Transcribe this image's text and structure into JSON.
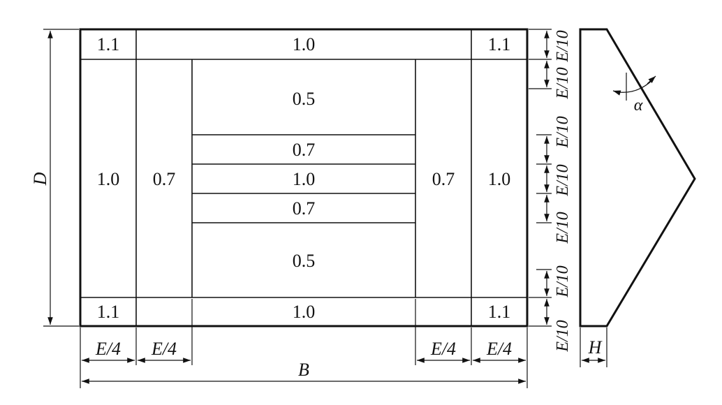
{
  "cells": {
    "top_left": "1.1",
    "top_mid": "1.0",
    "top_right": "1.1",
    "bot_left": "1.1",
    "bot_mid": "1.0",
    "bot_right": "1.1",
    "left_outer": "1.0",
    "left_inner": "0.7",
    "right_inner": "0.7",
    "right_outer": "1.0",
    "center_top": "0.5",
    "center_b1": "0.7",
    "center_b2": "1.0",
    "center_b3": "0.7",
    "center_bottom": "0.5"
  },
  "dimensions": {
    "height": "D",
    "width": "B",
    "quarter": "E/4",
    "tenth": "E/10",
    "thickness": "H",
    "angle": "α"
  }
}
